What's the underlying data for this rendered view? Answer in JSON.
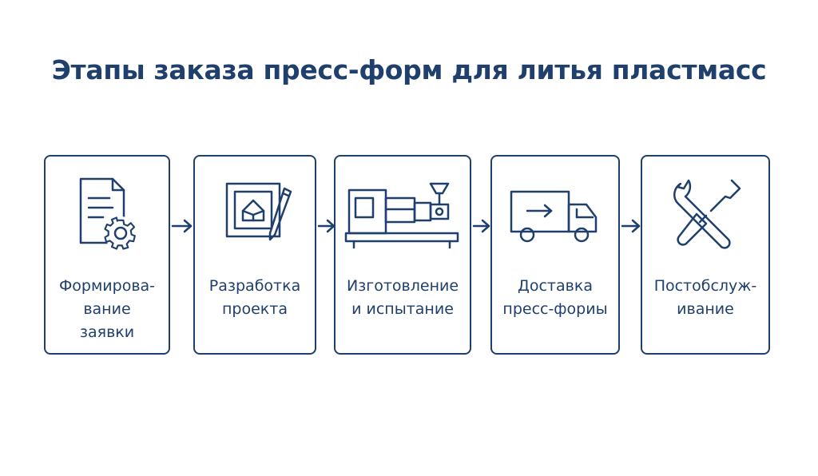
{
  "title": "Этапы заказа пресс-форм для литья пластмасс",
  "steps": [
    {
      "icon": "document-gear-icon",
      "lines": [
        "Формирова-",
        "вание",
        "заявки"
      ]
    },
    {
      "icon": "drawing-pencil-icon",
      "lines": [
        "Разработка",
        "проекта"
      ]
    },
    {
      "icon": "injection-machine-icon",
      "lines": [
        "Изготовление",
        "и испытание"
      ]
    },
    {
      "icon": "delivery-truck-icon",
      "lines": [
        "Доставка",
        "пресс-фориы"
      ]
    },
    {
      "icon": "wrench-screwdriver-icon",
      "lines": [
        "Постобслуж-",
        "ивание"
      ]
    }
  ],
  "colors": {
    "primary": "#1f3f6c",
    "background": "#ffffff"
  }
}
